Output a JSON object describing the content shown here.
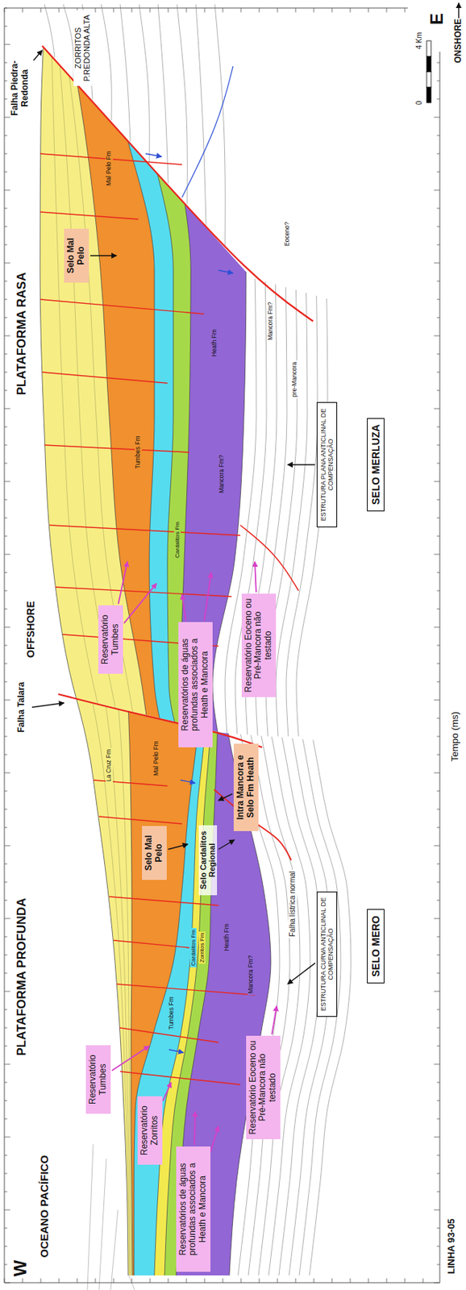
{
  "diagram": {
    "nodes": [
      {
        "text": [
          "Reservatórios de águas profundas associados a Heath e Mancora"
        ]
      },
      {
        "text": [
          "Reservatório Eoceno ou Pré-Mancora não testado"
        ]
      },
      {
        "text": [
          "Reservatório Zorritos"
        ]
      },
      {
        "text": [
          "Reservatório Tumbes"
        ]
      },
      {
        "text": [
          "ESTRUTURA CURVA ANTICLINAL DE COMPENSAÇÃO"
        ]
      },
      {
        "text": [
          "SELO MERO"
        ]
      },
      {
        "text": [
          "Selo Mal Pelo"
        ]
      },
      {
        "text": [
          "Intra Mancora e Selo Fm Heath"
        ]
      },
      {
        "text": [
          "Reservatórios de águas profundas associados a Heath e Mancora"
        ]
      },
      {
        "text": [
          "Reservatório Eoceno ou Pré-Mancora não testado"
        ]
      },
      {
        "text": [
          "Reservatório Tumbes"
        ]
      },
      {
        "text": [
          "ESTRUTURA PLANA ANTICLINAL DE COMPENSAÇÃO"
        ]
      },
      {
        "text": [
          "SELO MERLUZA"
        ]
      },
      {
        "text": [
          "Selo Mal Pelo"
        ]
      }
    ],
    "labels": [
      "W",
      "OCEANO PACÍFICO",
      "LINHA 93-05",
      "PLATAFORMA PROFUNDA",
      "Falha Talara",
      "OFFSHORE",
      "PLATAFORMA RASA",
      "Falha Piedra-Redonda",
      "ONSHORE",
      "E",
      "ZORRITOS P.REDONDA ALTA",
      "Tempo (ms)",
      "0",
      "4 Km",
      "Selo Cardalitos Regional",
      "Falha lístrica normal",
      "La Cruz Fm",
      "Mal Pelo Fm",
      "Tumbes Fm",
      "Cardalitos Fm",
      "Zorritos Fm",
      "Heath Fm",
      "Mancora Fm?",
      "Mal Pelo Fm",
      "Tumbes Fm",
      "Cardalitos Fm",
      "Heath Fm",
      "Mancora Fm?",
      "Mancora Fm?",
      "pre-Mancora",
      "Eoceno?"
    ]
  }
}
